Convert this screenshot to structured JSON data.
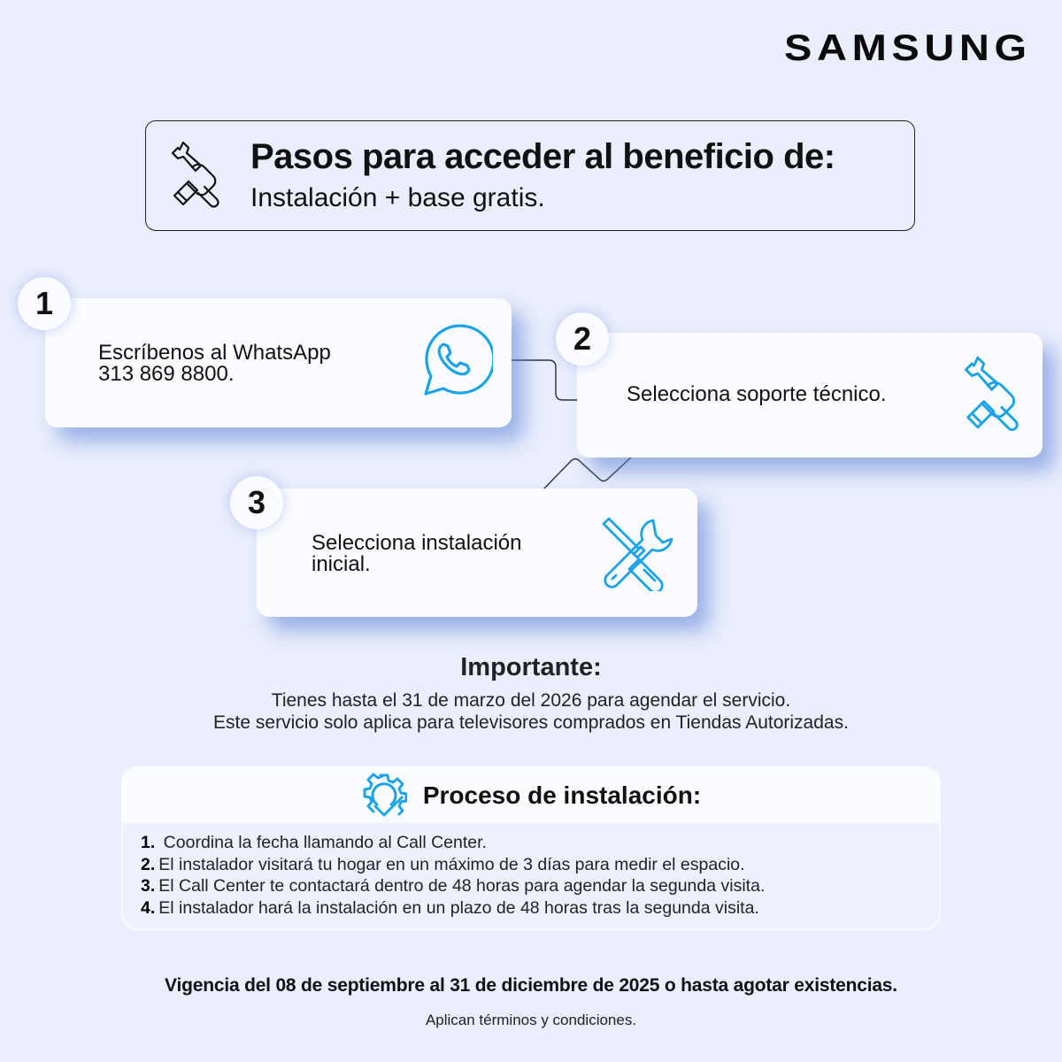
{
  "brand": {
    "logo_text": "SAMSUNG"
  },
  "header": {
    "title": "Pasos para acceder al beneficio de:",
    "subtitle": "Instalación + base gratis.",
    "icon": "hand-wrench-icon"
  },
  "steps": [
    {
      "number": "1",
      "line1": "Escríbenos al WhatsApp",
      "line2": "313 869 8800.",
      "icon": "whatsapp-icon"
    },
    {
      "number": "2",
      "line1": "Selecciona soporte técnico.",
      "line2": "",
      "icon": "hand-wrench-icon"
    },
    {
      "number": "3",
      "line1": "Selecciona instalación",
      "line2": "inicial.",
      "icon": "screwdriver-wrench-icon"
    }
  ],
  "important": {
    "title": "Importante:",
    "lines": [
      "Tienes hasta el 31 de marzo del 2026 para agendar el servicio.",
      "Este servicio solo aplica para televisores comprados en Tiendas Autorizadas."
    ]
  },
  "process": {
    "title": "Proceso de instalación:",
    "icon": "gear-check-icon",
    "items": [
      {
        "num": "1.",
        "text": " Coordina la fecha llamando al Call Center."
      },
      {
        "num": "2.",
        "text": "El instalador visitará tu hogar en un máximo de 3 días para medir el espacio."
      },
      {
        "num": "3.",
        "text": "El Call Center te contactará dentro de 48 horas para agendar la segunda visita."
      },
      {
        "num": "4.",
        "text": "El instalador hará la instalación en un plazo de 48 horas tras la segunda visita."
      }
    ]
  },
  "footer": {
    "validity": "Vigencia del 08 de septiembre al 31 de diciembre de 2025 o hasta agotar existencias.",
    "terms": "Aplican términos y condiciones."
  },
  "colors": {
    "background": "#eaeefd",
    "accent_icon": "#1aa3e8",
    "card": "#fbfcff",
    "shadow": "#5a82d2"
  }
}
